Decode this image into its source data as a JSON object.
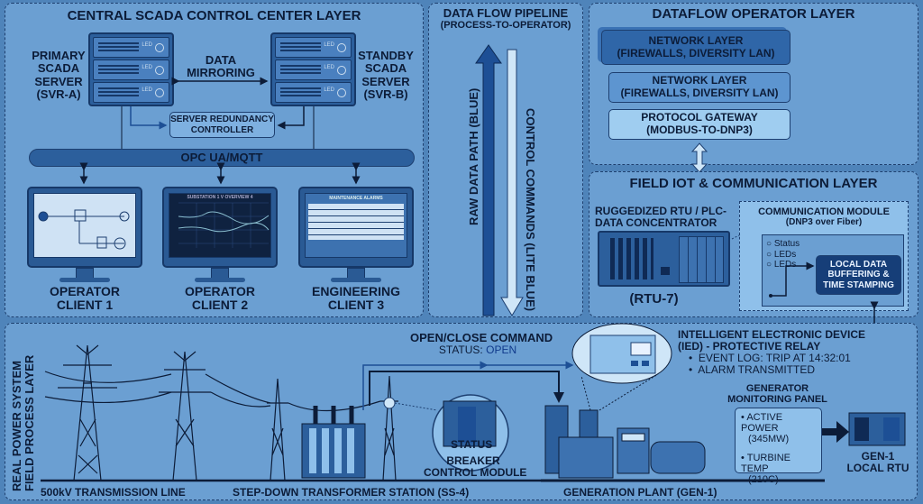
{
  "central": {
    "title": "CENTRAL SCADA CONTROL CENTER LAYER",
    "primary": [
      "PRIMARY",
      "SCADA",
      "SERVER",
      "(SVR-A)"
    ],
    "standby": [
      "STANDBY",
      "SCADA",
      "SERVER",
      "(SVR-B)"
    ],
    "mirroring": [
      "DATA",
      "MIRRORING"
    ],
    "redundancy": [
      "SERVER REDUNDANCY",
      "CONTROLLER"
    ],
    "bus": "OPC UA/MQTT",
    "clients": [
      {
        "l1": "OPERATOR",
        "l2": "CLIENT 1"
      },
      {
        "l1": "OPERATOR",
        "l2": "CLIENT 2",
        "screen_title": "SUBSTATION 1 V OVERVIEW 4"
      },
      {
        "l1": "ENGINEERING",
        "l2": "CLIENT 3",
        "screen_title": "MAINTENANCE ALARMS"
      }
    ]
  },
  "pipeline": {
    "title": "DATA FLOW PIPELINE",
    "subtitle": "(PROCESS-TO-OPERATOR)",
    "raw": "RAW DATA PATH (BLUE)",
    "control": "CONTROL COMMANDS (LITE BLUE)"
  },
  "operator": {
    "title": "DATAFLOW OPERATOR LAYER",
    "boxes": [
      {
        "l1": "NETWORK LAYER",
        "l2": "(FIREWALLS, DIVERSITY LAN)"
      },
      {
        "l1": "NETWORK LAYER",
        "l2": "(FIREWALLS, DIVERSITY LAN)"
      },
      {
        "l1": "PROTOCOL GATEWAY",
        "l2": "(MODBUS-TO-DNP3)"
      }
    ]
  },
  "field": {
    "title": "FIELD IOT & COMMUNICATION LAYER",
    "rtu_label": [
      "RUGGEDIZED RTU / PLC-",
      "DATA CONCENTRATOR"
    ],
    "rtu_id": "(RTU-7)",
    "comm_title": "COMMUNICATION MODULE",
    "comm_sub": "(DNP3 over Fiber)",
    "leds": [
      "Status",
      "LEDs",
      "LEDs"
    ],
    "buffer": [
      "LOCAL DATA",
      "BUFFERING &",
      "TIME STAMPING"
    ]
  },
  "process": {
    "title": [
      "REAL POWER SYSTEM",
      "FIELD PROCESS LAYER"
    ],
    "line": "500kV TRANSMISSION LINE",
    "station": "STEP-DOWN TRANSFORMER STATION (SS-4)",
    "plant": "GENERATION PLANT (GEN-1)",
    "command": "OPEN/CLOSE COMMAND",
    "status_label": "STATUS: ",
    "status_value": "OPEN",
    "breaker_status": "STATUS",
    "breaker": [
      "BREAKER",
      "CONTROL MODULE"
    ],
    "ied_title": [
      "INTELLIGENT ELECTRONIC DEVICE",
      "(IED) - PROTECTIVE RELAY"
    ],
    "ied_items": [
      "EVENT LOG: TRIP AT 14:32:01",
      "ALARM TRANSMITTED"
    ],
    "gen_panel_title": [
      "GENERATOR",
      "MONITORING PANEL"
    ],
    "gen_items": [
      [
        "ACTIVE POWER",
        "(345MW)"
      ],
      [
        "TURBINE TEMP",
        "(210C)"
      ]
    ],
    "gen_rtu": [
      "GEN-1",
      "LOCAL RTU"
    ]
  }
}
